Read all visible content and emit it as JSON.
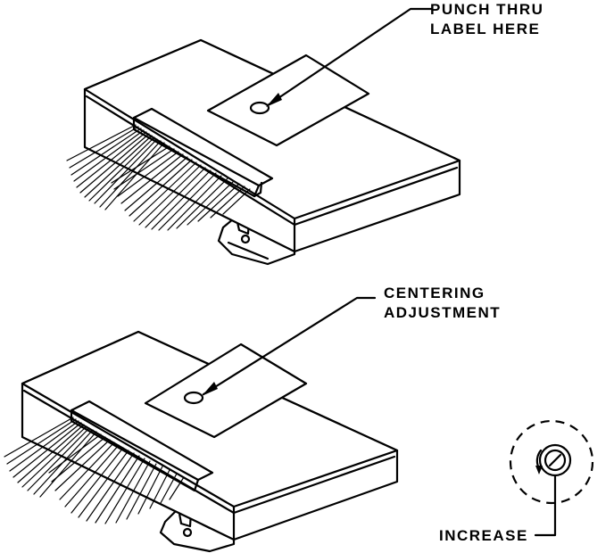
{
  "callouts": {
    "punch_thru": {
      "line1": "PUNCH THRU",
      "line2": "LABEL HERE"
    },
    "centering": {
      "line1": "CENTERING",
      "line2": "ADJUSTMENT"
    },
    "increase": "INCREASE"
  },
  "colors": {
    "ink": "#000000",
    "background": "#ffffff"
  }
}
